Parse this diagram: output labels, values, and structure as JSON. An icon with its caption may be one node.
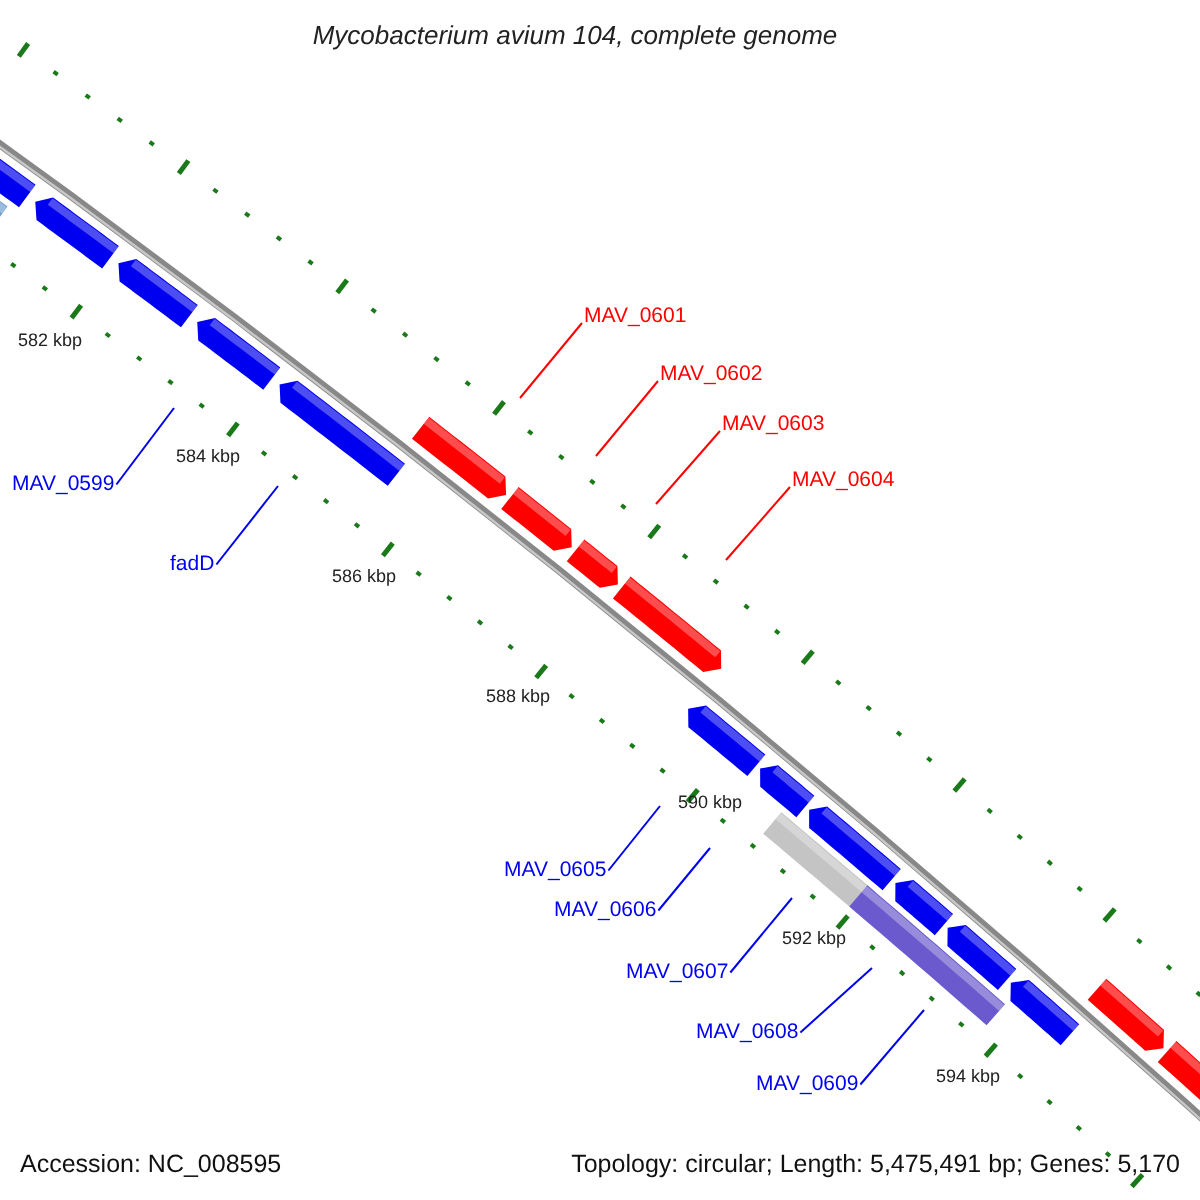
{
  "diagram": {
    "title": "Mycobacterium avium 104, complete genome",
    "nodes": [
      {
        "text": [
          "MAV_0599"
        ]
      },
      {
        "text": [
          "fadD"
        ]
      },
      {
        "text": [
          "MAV_0601"
        ]
      },
      {
        "text": [
          "MAV_0602"
        ]
      },
      {
        "text": [
          "MAV_0603"
        ]
      },
      {
        "text": [
          "MAV_0604"
        ]
      },
      {
        "text": [
          "MAV_0605"
        ]
      },
      {
        "text": [
          "MAV_0606"
        ]
      },
      {
        "text": [
          "MAV_0607"
        ]
      },
      {
        "text": [
          "MAV_0608"
        ]
      },
      {
        "text": [
          "MAV_0609"
        ]
      }
    ],
    "edges": [
      {
        "from": 0,
        "to": null,
        "arrow": "none"
      },
      {
        "from": 1,
        "to": null,
        "arrow": "none"
      },
      {
        "from": 2,
        "to": null,
        "arrow": "none",
        "color": "#ff0000"
      },
      {
        "from": 3,
        "to": null,
        "arrow": "none",
        "color": "#ff0000"
      },
      {
        "from": 4,
        "to": null,
        "arrow": "none",
        "color": "#ff0000"
      },
      {
        "from": 5,
        "to": null,
        "arrow": "none",
        "color": "#ff0000"
      },
      {
        "from": 6,
        "to": null,
        "arrow": "none"
      },
      {
        "from": 7,
        "to": null,
        "arrow": "none"
      },
      {
        "from": 8,
        "to": null,
        "arrow": "none"
      },
      {
        "from": 9,
        "to": null,
        "arrow": "none"
      },
      {
        "from": 10,
        "to": null,
        "arrow": "none"
      }
    ],
    "labels": [
      "582 kbp",
      "584 kbp",
      "586 kbp",
      "588 kbp",
      "590 kbp",
      "592 kbp",
      "594 kbp",
      "Accession: NC_008595",
      "Topology: circular; Length: 5,475,491 bp; Genes: 5,170"
    ]
  }
}
